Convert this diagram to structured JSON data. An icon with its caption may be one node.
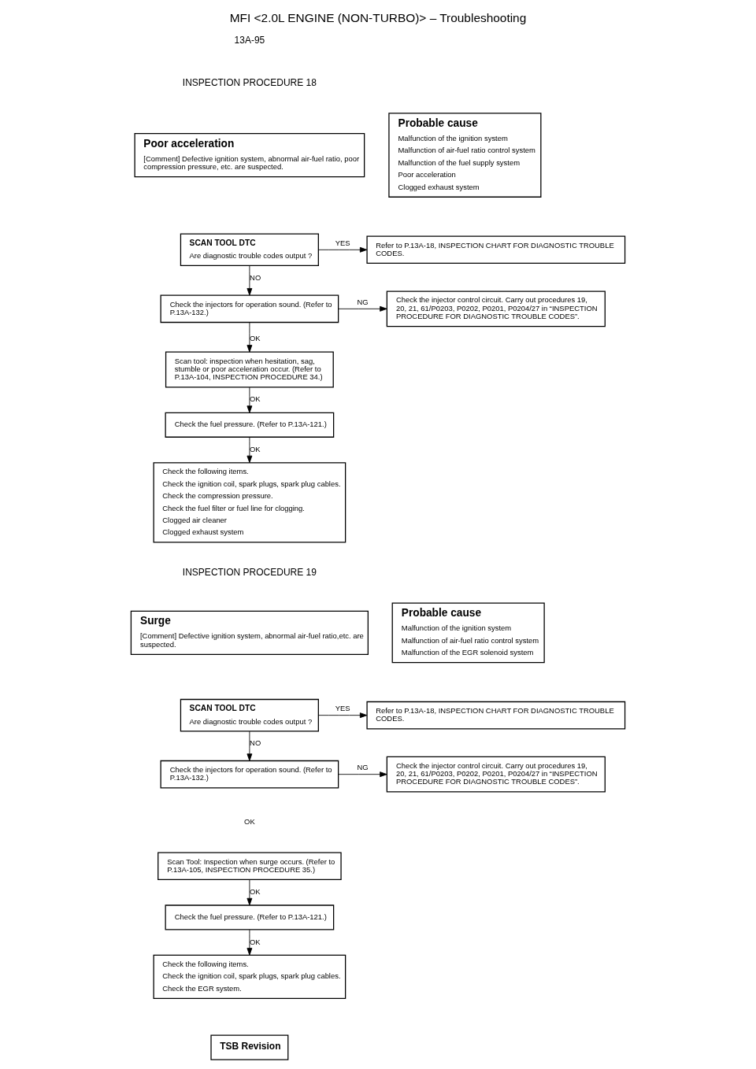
{
  "diagram": {
    "title": "MFI <2.0L ENGINE (NON-TURBO)> – Troubleshooting",
    "nodes": [
      {
        "text": [
          "Poor acceleration",
          "[Comment] Defective ignition system, abnormal air-fuel ratio, poor compression pressure, etc. are suspected."
        ]
      },
      {
        "text": [
          "Probable cause",
          "Malfunction of the ignition system",
          "Malfunction of air-fuel ratio control system",
          "Malfunction of the fuel supply system",
          "Poor acceleration",
          "Clogged exhaust system"
        ]
      },
      {
        "text": [
          "SCAN TOOL DTC",
          "Are diagnostic trouble codes output ?"
        ]
      },
      {
        "text": [
          "Refer to P.13A-18, INSPECTION CHART FOR DIAGNOSTIC TROUBLE CODES."
        ]
      },
      {
        "text": [
          "Check the injectors for operation sound. (Refer to P.13A-132.)"
        ]
      },
      {
        "text": [
          "Check the injector control circuit. Carry out procedures 19, 20, 21, 61/P0203, P0202, P0201, P0204/27 in “INSPECTION PROCEDURE FOR DIAGNOSTIC TROUBLE CODES”."
        ]
      },
      {
        "text": [
          "Scan tool: inspection when hesitation, sag, stumble or poor acceleration occur. (Refer to P.13A-104, INSPECTION PROCEDURE 34.)"
        ]
      },
      {
        "text": [
          "Check the fuel pressure. (Refer to P.13A-121.)"
        ]
      },
      {
        "text": [
          "Check the following items.",
          "Check the ignition coil, spark plugs, spark plug cables.",
          "Check the compression pressure.",
          "Check the fuel filter or fuel line for clogging.",
          "Clogged air cleaner",
          "Clogged exhaust system"
        ]
      },
      {
        "text": [
          "Surge",
          "[Comment] Defective ignition system, abnormal air-fuel ratio,etc. are suspected."
        ]
      },
      {
        "text": [
          "Probable cause",
          "Malfunction of the ignition system",
          "Malfunction of air-fuel ratio control system",
          "Malfunction of the EGR solenoid system"
        ]
      },
      {
        "text": [
          "SCAN TOOL DTC",
          "Are diagnostic trouble codes output ?"
        ]
      },
      {
        "text": [
          "Refer to P.13A-18, INSPECTION CHART FOR DIAGNOSTIC TROUBLE CODES."
        ]
      },
      {
        "text": [
          "Check the injectors for operation sound. (Refer to P.13A-132.)"
        ]
      },
      {
        "text": [
          "Check the injector control circuit. Carry out procedures 19, 20, 21, 61/P0203, P0202, P0201, P0204/27 in “INSPECTION PROCEDURE FOR DIAGNOSTIC TROUBLE CODES”."
        ]
      },
      {
        "text": [
          "Scan Tool: Inspection when surge occurs. (Refer to P.13A-105, INSPECTION PROCEDURE 35.)"
        ]
      },
      {
        "text": [
          "Check the fuel pressure. (Refer to P.13A-121.)"
        ]
      },
      {
        "text": [
          "Check the following items.",
          "Check the ignition coil, spark plugs, spark plug cables.",
          "Check the EGR system."
        ]
      },
      {
        "text": [
          "TSB Revision"
        ]
      }
    ],
    "edges": [
      {
        "from": 2,
        "to": 3,
        "arrow": "to",
        "label": "YES"
      },
      {
        "from": 2,
        "to": 4,
        "arrow": "to",
        "label": "NO"
      },
      {
        "from": 4,
        "to": 5,
        "arrow": "to",
        "label": "NG"
      },
      {
        "from": 4,
        "to": 6,
        "arrow": "to",
        "label": "OK"
      },
      {
        "from": 6,
        "to": 7,
        "arrow": "to",
        "label": "OK"
      },
      {
        "from": 7,
        "to": 8,
        "arrow": "to",
        "label": "OK"
      },
      {
        "from": 11,
        "to": 12,
        "arrow": "to",
        "label": "YES"
      },
      {
        "from": 11,
        "to": 13,
        "arrow": "to",
        "label": "NO"
      },
      {
        "from": 13,
        "to": 14,
        "arrow": "to",
        "label": "NG"
      },
      {
        "from": 15,
        "to": 16,
        "arrow": "to",
        "label": "OK"
      },
      {
        "from": 16,
        "to": 17,
        "arrow": "to",
        "label": "OK"
      }
    ],
    "labels": [
      "13A-95",
      "INSPECTION PROCEDURE 18",
      "INSPECTION PROCEDURE 19",
      "OK"
    ]
  }
}
